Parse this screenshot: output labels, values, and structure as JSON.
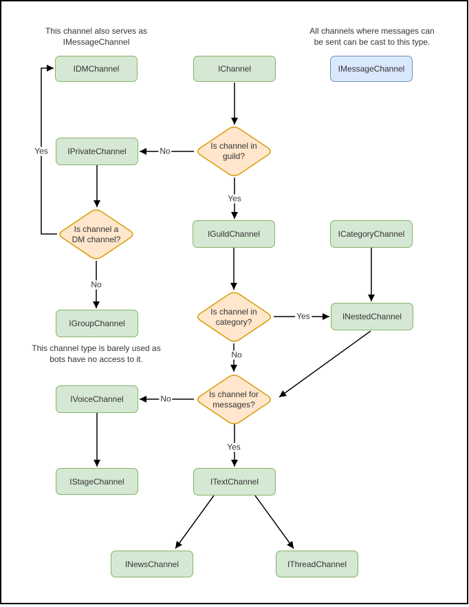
{
  "diagram": {
    "nodes": {
      "idm": {
        "label": "IDMChannel"
      },
      "ichannel": {
        "label": "IChannel"
      },
      "imessage": {
        "label": "IMessageChannel"
      },
      "iprivate": {
        "label": "IPrivateChannel"
      },
      "iguild": {
        "label": "IGuildChannel"
      },
      "icategory": {
        "label": "ICategoryChannel"
      },
      "igroup": {
        "label": "IGroupChannel"
      },
      "inested": {
        "label": "INestedChannel"
      },
      "ivoice": {
        "label": "IVoiceChannel"
      },
      "istage": {
        "label": "IStageChannel"
      },
      "itext": {
        "label": "ITextChannel"
      },
      "inews": {
        "label": "INewsChannel"
      },
      "ithread": {
        "label": "IThreadChannel"
      }
    },
    "decisions": {
      "in_guild": {
        "line1": "Is channel in",
        "line2": "guild?"
      },
      "is_dm": {
        "line1": "Is channel a",
        "line2": "DM channel?"
      },
      "in_category": {
        "line1": "Is channel in",
        "line2": "category?"
      },
      "for_messages": {
        "line1": "Is channel for",
        "line2": "messages?"
      }
    },
    "edge_labels": {
      "guild_no": "No",
      "guild_yes": "Yes",
      "dm_yes": "Yes",
      "dm_no": "No",
      "category_yes": "Yes",
      "category_no": "No",
      "messages_no": "No",
      "messages_yes": "Yes"
    },
    "notes": {
      "dm_note": {
        "line1": "This channel also serves as",
        "line2": "IMessageChannel"
      },
      "message_note": {
        "line1": "All channels where messages can",
        "line2": "be sent can be cast to this type."
      },
      "group_note": {
        "line1": "This channel type is barely used as",
        "line2": "bots have no access to it."
      }
    },
    "colors": {
      "node_fill": "#d5e8d4",
      "node_stroke": "#82b366",
      "decision_fill": "#ffe6cc",
      "decision_stroke": "#d79b00",
      "highlight_fill": "#dae8fc",
      "highlight_stroke": "#6c8ebf",
      "edge_color": "#000000",
      "text_color": "#333333"
    }
  }
}
